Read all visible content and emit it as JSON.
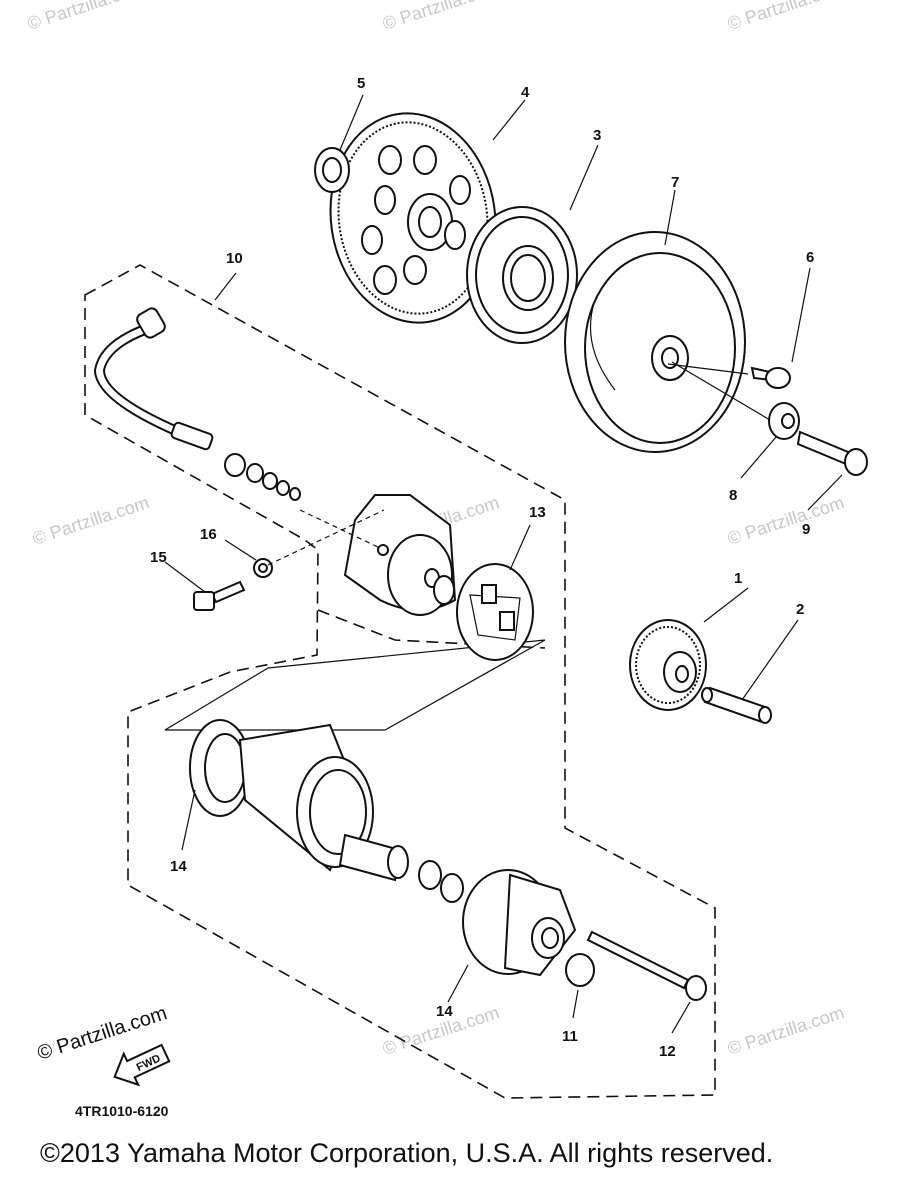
{
  "watermark": "© Partzilla.com",
  "callouts": {
    "p1": "1",
    "p2": "2",
    "p3": "3",
    "p4": "4",
    "p5": "5",
    "p6": "6",
    "p7": "7",
    "p8": "8",
    "p9": "9",
    "p10": "10",
    "p11": "11",
    "p12": "12",
    "p13": "13",
    "p14a": "14",
    "p14b": "14",
    "p15": "15",
    "p16": "16"
  },
  "logo_text": "© Partzilla.com",
  "fwd_label": "FWD",
  "diagram_code": "4TR1010-6120",
  "copyright": "©2013  Yamaha Motor Corporation, U.S.A. All rights reserved."
}
